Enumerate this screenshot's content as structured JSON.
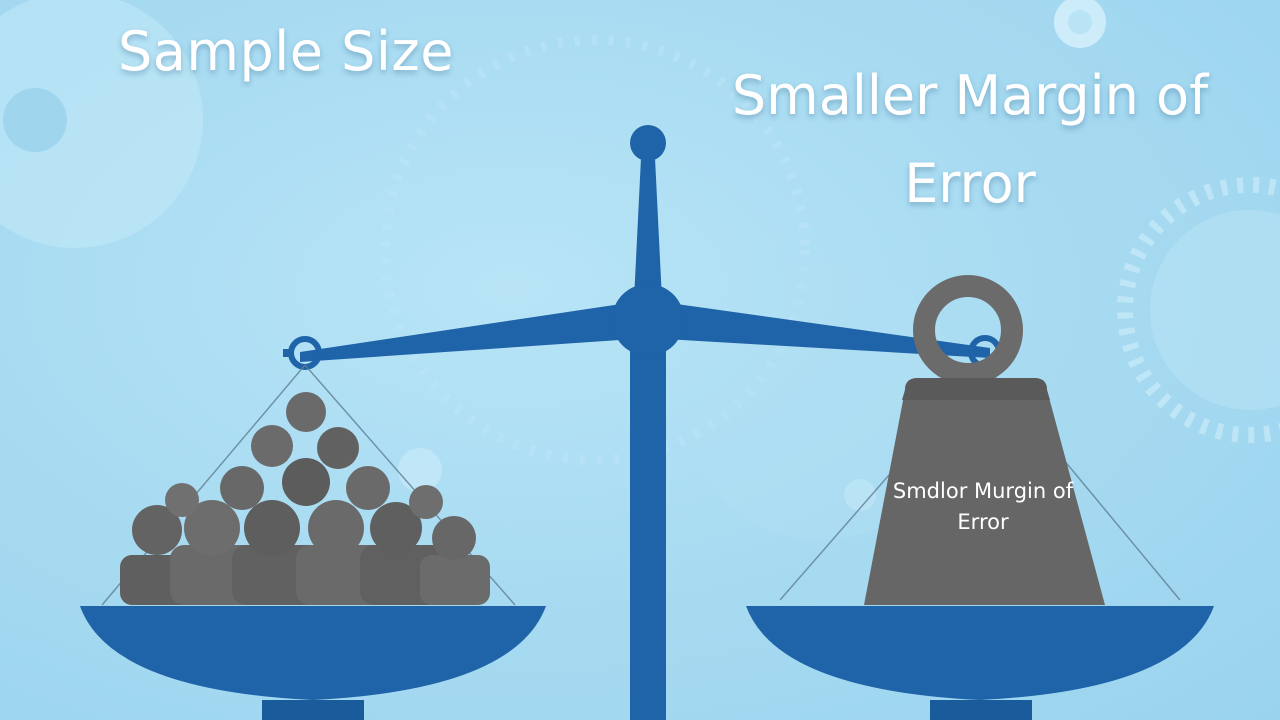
{
  "headline_left": "Sample Size",
  "headline_right": "Smaller Margin of Error",
  "weight_label": "Smdlor Murgin of Error",
  "colors": {
    "background": "#a9dcf2",
    "scale_blue": "#1f63a8",
    "weight_gray": "#6a6a6a",
    "people_gray": "#6c6c6c",
    "text": "#ffffff"
  },
  "icons": {
    "people_pile": "group-of-people-icon",
    "weight": "kettlebell-weight-icon",
    "scale": "balance-scale-icon"
  }
}
